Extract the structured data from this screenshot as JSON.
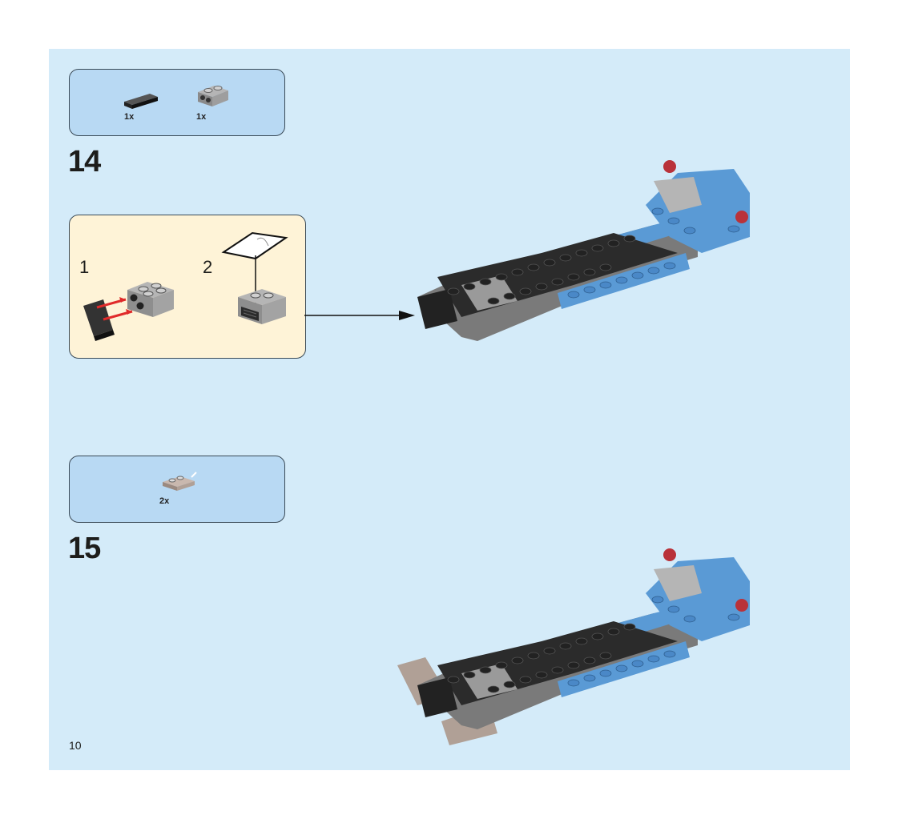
{
  "page_number": "10",
  "steps": [
    {
      "number": "14",
      "parts": [
        {
          "icon": "black-tile-1x2-icon",
          "qty": "1x"
        },
        {
          "icon": "gray-bracket-1x2-icon",
          "qty": "1x"
        }
      ],
      "substeps": [
        {
          "number": "1"
        },
        {
          "number": "2"
        }
      ]
    },
    {
      "number": "15",
      "parts": [
        {
          "icon": "tan-plate-with-clip-icon",
          "qty": "2x"
        }
      ]
    }
  ],
  "colors": {
    "page_bg": "#d4ebf9",
    "parts_box": "#b8d9f3",
    "subassembly_box": "#fef3d7",
    "brick_blue": "#5a9ad5",
    "brick_black": "#2b2b2b",
    "brick_gray": "#9a9a9a",
    "brick_red": "#b9323a"
  }
}
